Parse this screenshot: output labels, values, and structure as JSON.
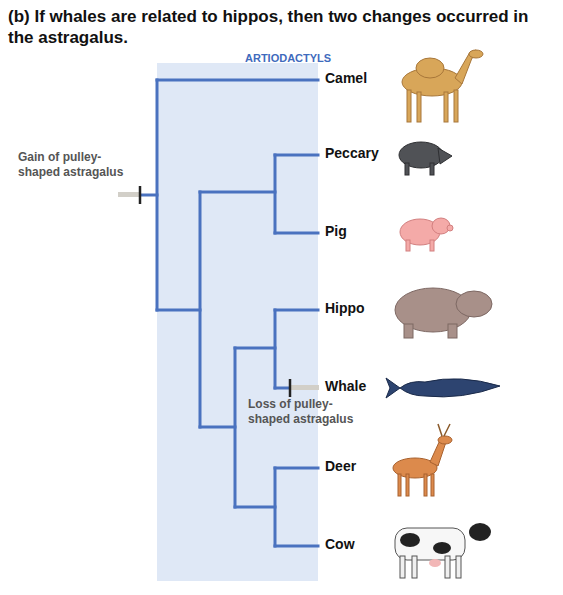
{
  "diagram": {
    "title": "(b) If whales are related to hippos, then two changes occurred in the astragalus.",
    "labels": [
      "ARTIODACTYLS",
      "Camel",
      "Peccary",
      "Pig",
      "Hippo",
      "Whale",
      "Deer",
      "Cow",
      "Gain of pulley-shaped astragalus",
      "Loss of pulley-shaped astragalus"
    ]
  }
}
